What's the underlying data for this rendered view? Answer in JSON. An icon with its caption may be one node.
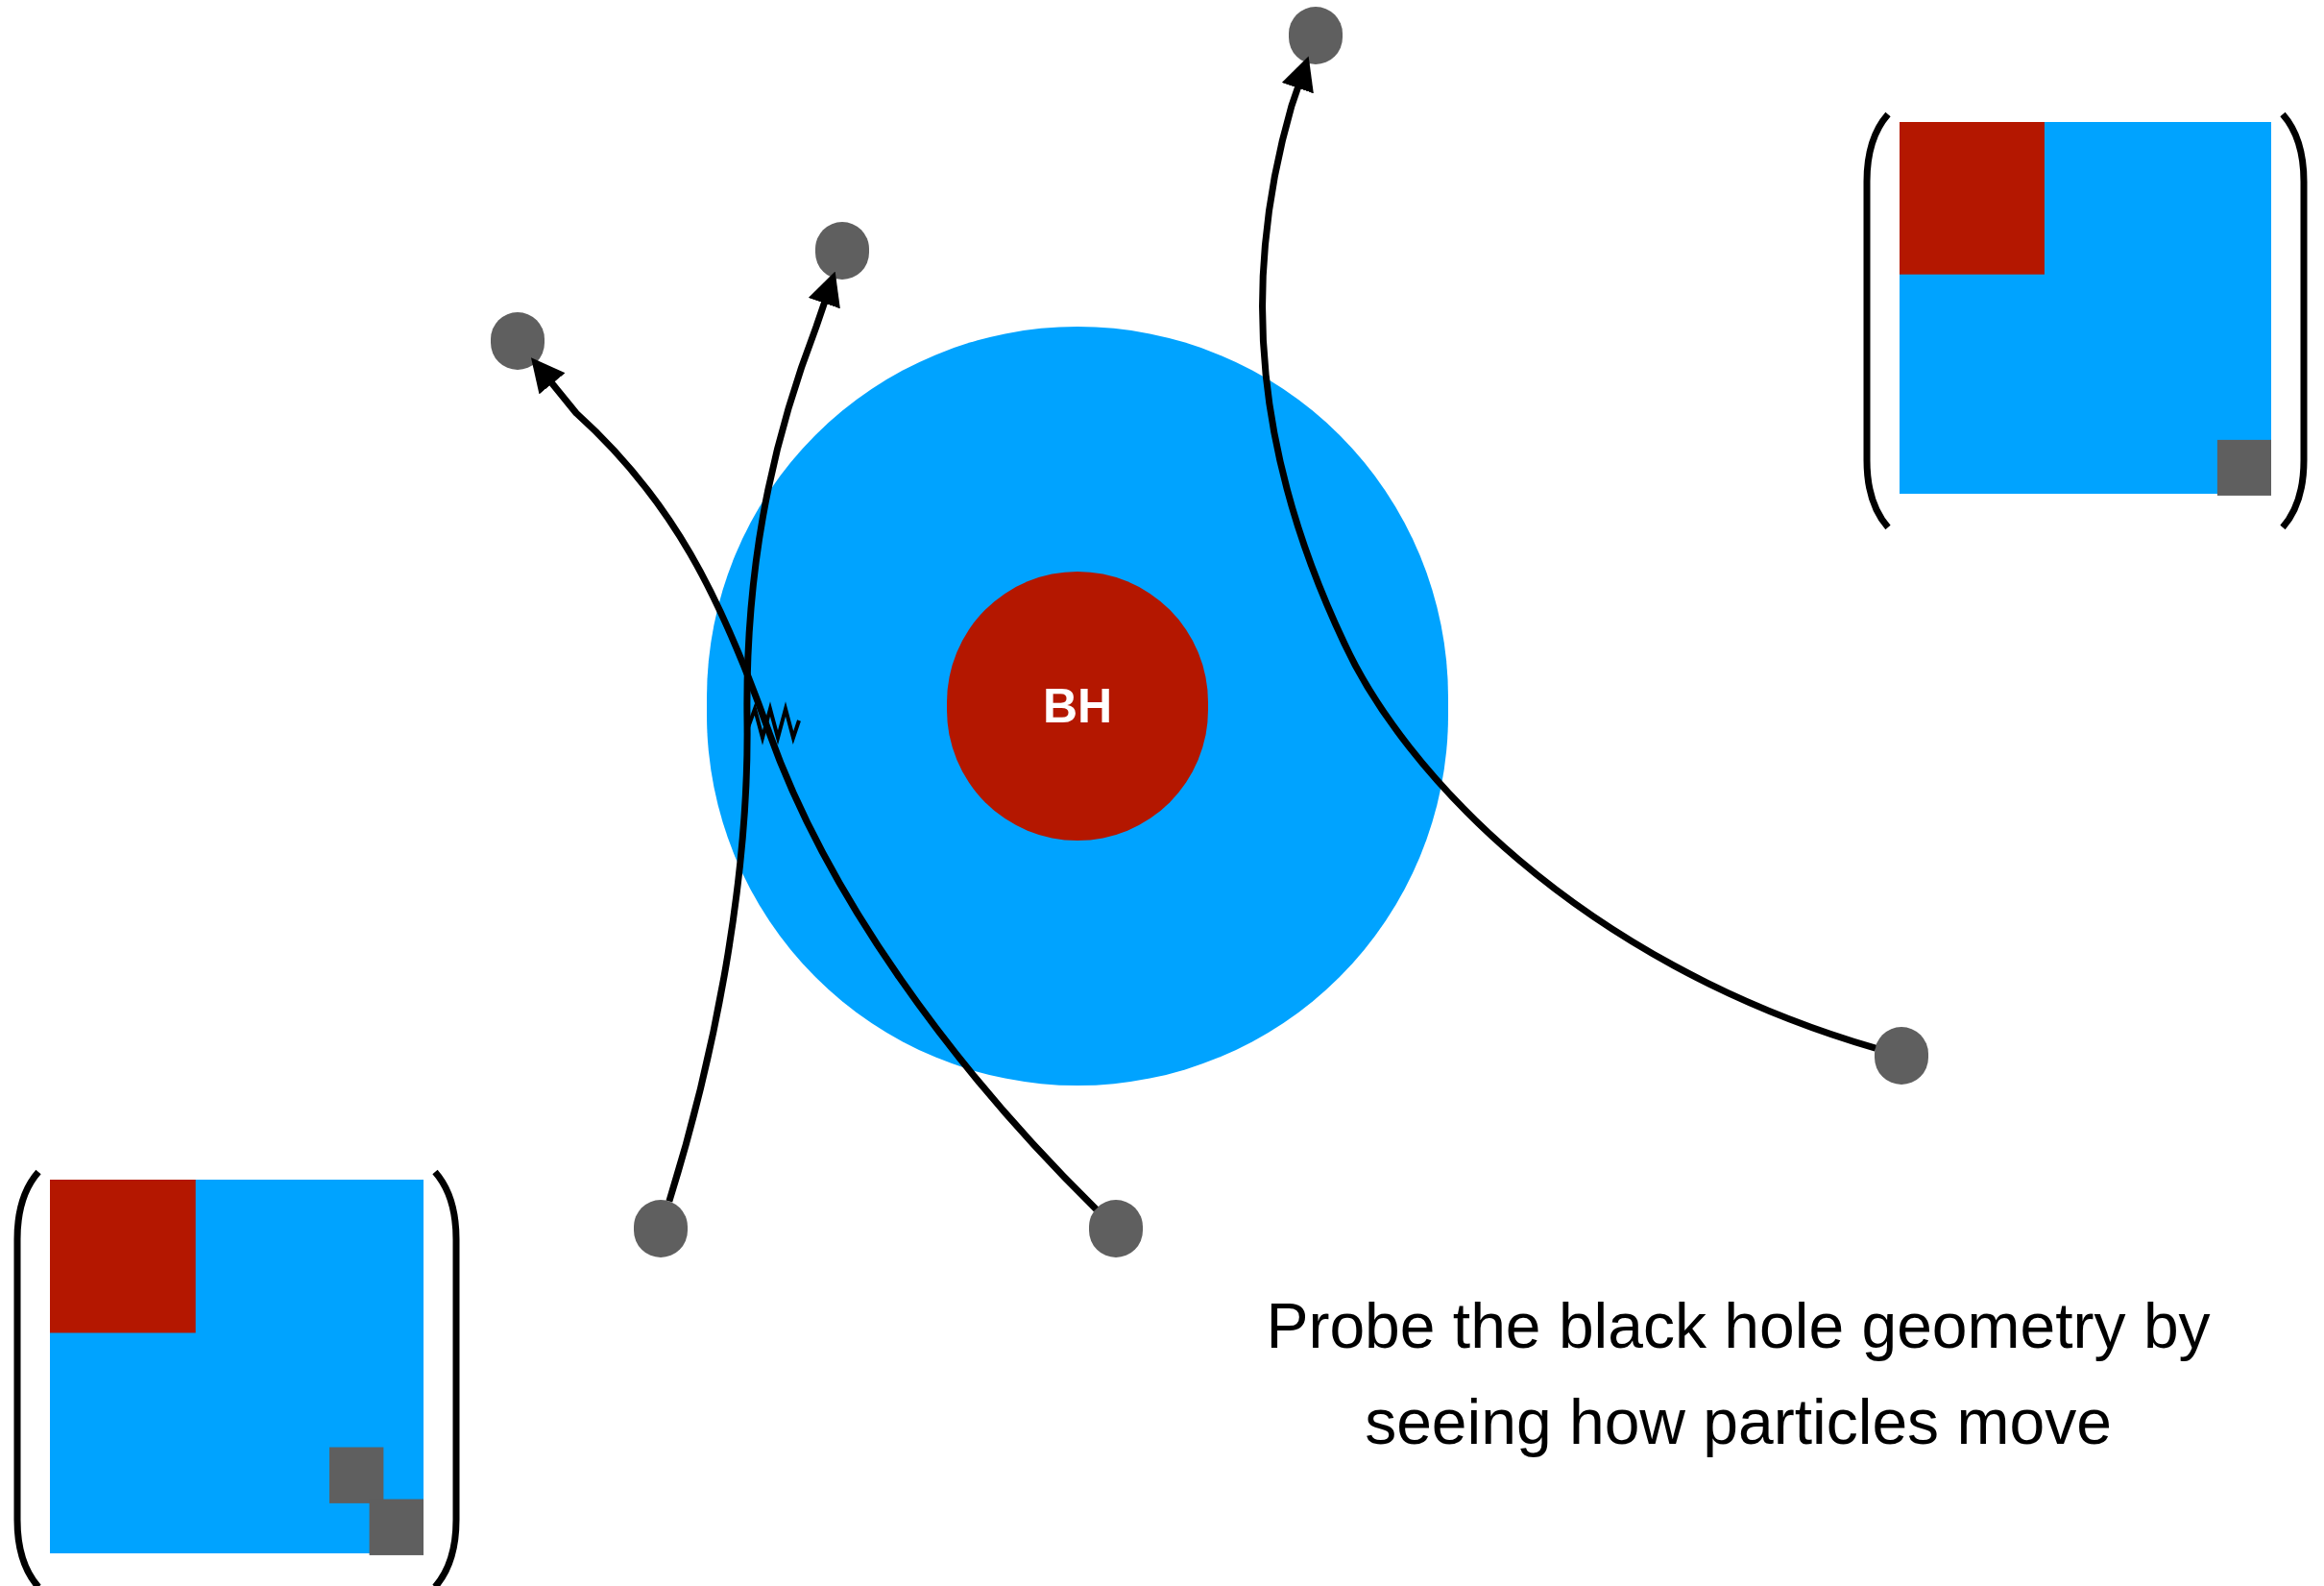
{
  "diagram": {
    "nodes": [
      {
        "text": [],
        "shape": "circle"
      },
      {
        "text": [
          "BH"
        ],
        "in": 0
      },
      {
        "text": [],
        "shape": "circle"
      },
      {
        "text": [],
        "shape": "circle"
      },
      {
        "text": [],
        "shape": "circle"
      },
      {
        "text": [],
        "shape": "circle"
      },
      {
        "text": [],
        "shape": "circle"
      },
      {
        "text": [],
        "shape": "circle"
      }
    ],
    "edges": [
      {
        "from": 3,
        "to": 4,
        "arrow": "to"
      },
      {
        "from": 5,
        "to": 2,
        "arrow": "to"
      },
      {
        "from": 7,
        "to": 6,
        "arrow": "to"
      }
    ],
    "labels": [
      "Probe the black hole geometry by seeing how particles move"
    ]
  }
}
